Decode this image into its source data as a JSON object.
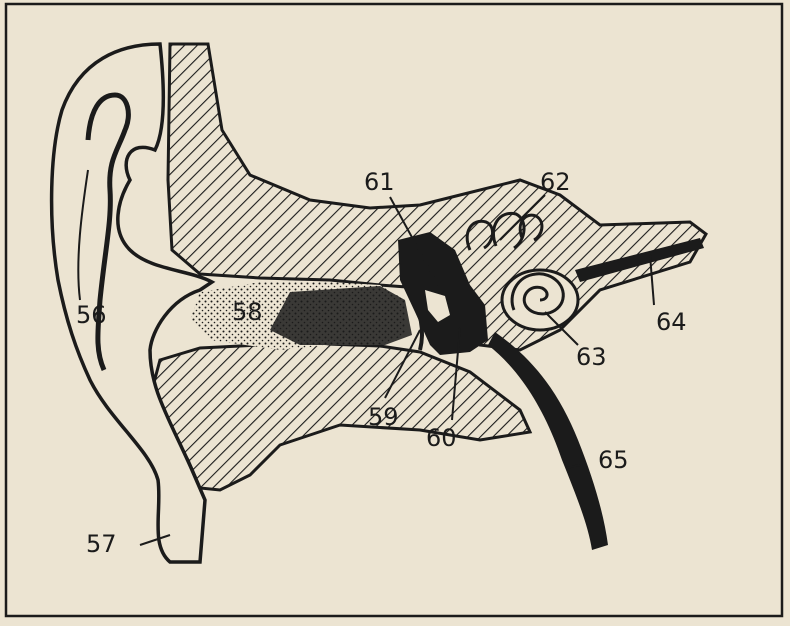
{
  "figure": {
    "description_labels": {
      "l56": "56",
      "l57": "57",
      "l58": "58",
      "l59": "59",
      "l60": "60",
      "l61": "61",
      "l62": "62",
      "l63": "63",
      "l64": "64",
      "l65": "65"
    }
  },
  "colors": {
    "paper": "#ece4d2",
    "ink": "#1b1b1b"
  }
}
